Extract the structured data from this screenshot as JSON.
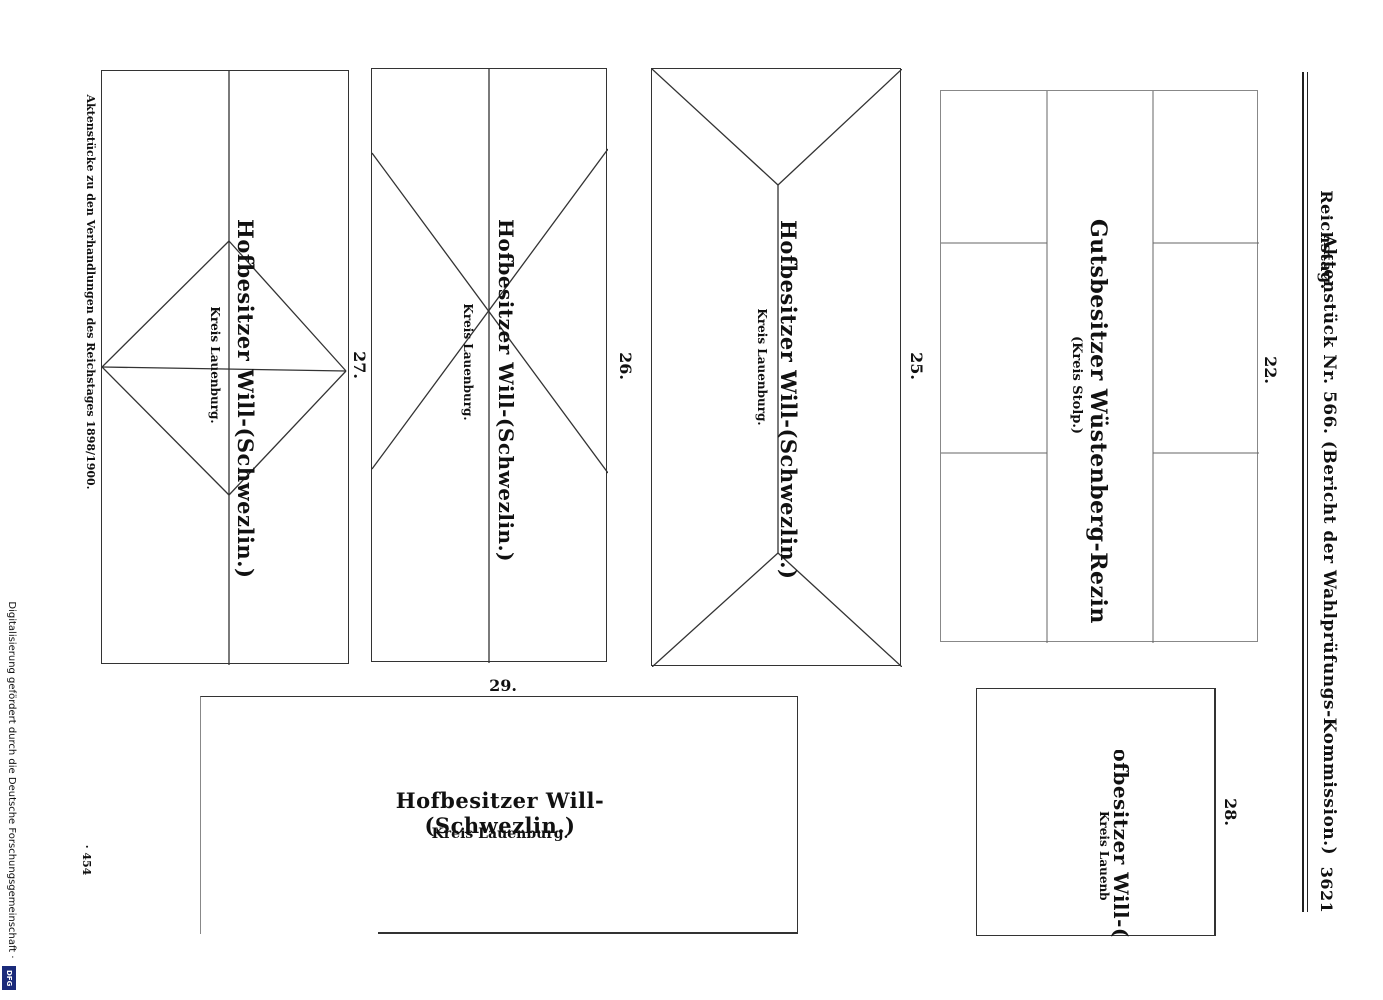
{
  "header": {
    "left": "Reichstag.",
    "center": "Aktenstück Nr. 566. (Bericht der Wahlprüfungs-Kommission.)",
    "page_number": "3621"
  },
  "footer": {
    "side_text": "Aktenstücke zu den Verhandlungen des Reichstages 1898/1900.",
    "page_marker": "· 454"
  },
  "watermark": "Digitalisierung gefördert durch die Deutsche Forschungsgemeinschaft ·",
  "logo_text": "DFG",
  "ballots": [
    {
      "number": "22.",
      "name": "Gutsbesitzer Wüstenberg-Rezin",
      "district": "(Kreis Stolp.)"
    },
    {
      "number": "25.",
      "name": "Hofbesitzer Will-(Schwezlin.)",
      "district": "Kreis Lauenburg."
    },
    {
      "number": "26.",
      "name": "Hofbesitzer Will-(Schwezlin.)",
      "district": "Kreis Lauenburg."
    },
    {
      "number": "27.",
      "name": "Hofbesitzer Will-(Schwezlin.)",
      "district": "Kreis Lauenburg."
    },
    {
      "number": "28.",
      "name": "Hofbesitzer Will-(",
      "district": "Kreis Lauenb"
    },
    {
      "number": "29.",
      "name": "Hofbesitzer Will-(Schwezlin.)",
      "district": "Kreis Lauenburg."
    }
  ]
}
